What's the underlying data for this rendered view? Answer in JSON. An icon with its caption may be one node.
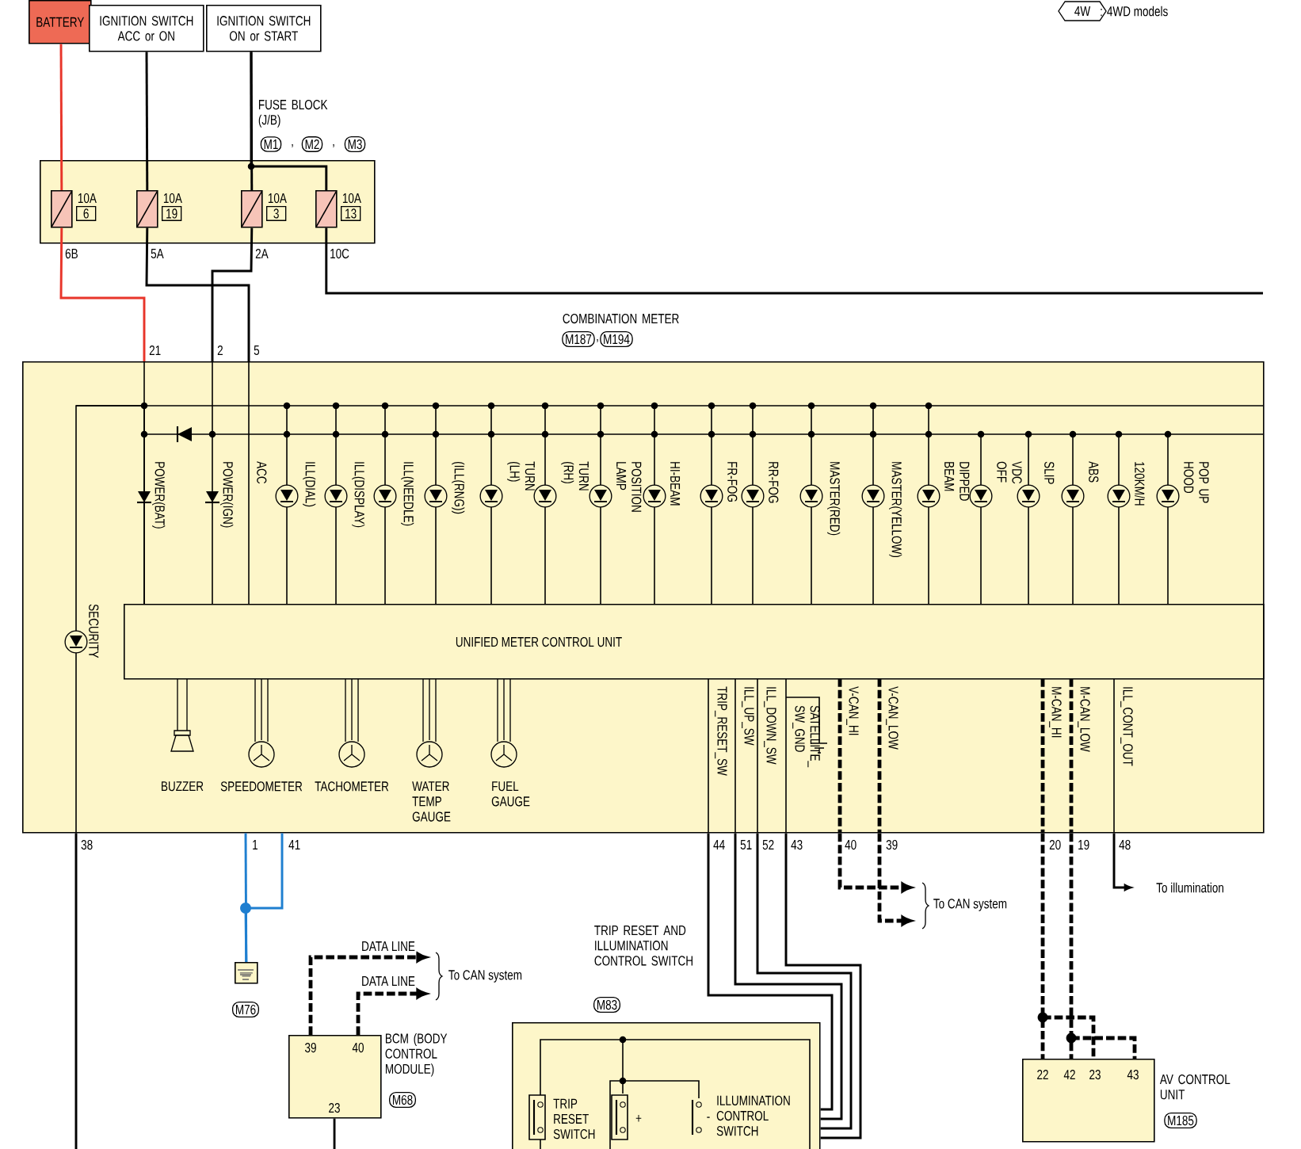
{
  "diagram": {
    "nodes": [
      {
        "text": [
          "BATTERY"
        ]
      },
      {
        "text": [
          "IGNITION SWITCH ACC or ON"
        ]
      },
      {
        "text": [
          "IGNITION SWITCH ON or START"
        ]
      },
      {
        "text": [
          "FUSE BLOCK (J/B)"
        ],
        "beside": [
          "M1",
          "M2",
          "M3"
        ]
      },
      {
        "text": [
          "10A",
          "6"
        ],
        "in": 3
      },
      {
        "text": [
          "10A",
          "19"
        ],
        "in": 3
      },
      {
        "text": [
          "10A",
          "3"
        ],
        "in": 3
      },
      {
        "text": [
          "10A",
          "13"
        ],
        "in": 3
      },
      {
        "text": [
          "COMBINATION METER"
        ],
        "beside": [
          "M187",
          "M194"
        ]
      },
      {
        "text": [
          "UNIFIED METER CONTROL UNIT"
        ],
        "in": 8
      },
      {
        "text": [],
        "shape": "box",
        "beside": [
          "M76"
        ]
      },
      {
        "text": [
          "BCM (BODY CONTROL MODULE)"
        ],
        "beside": [
          "M68"
        ]
      },
      {
        "text": [
          "TRIP RESET AND ILLUMINATION CONTROL SWITCH"
        ],
        "beside": [
          "M83"
        ]
      },
      {
        "text": [
          "To CAN system"
        ]
      },
      {
        "text": [
          "To CAN system"
        ]
      },
      {
        "text": [
          "To illumination"
        ]
      },
      {
        "text": [
          "AV CONTROL UNIT"
        ],
        "beside": [
          "M185"
        ]
      }
    ],
    "edges": [
      {
        "from": 0,
        "to": 4,
        "arrow": "none",
        "color": "#e8352a"
      },
      {
        "from": 1,
        "to": 5,
        "arrow": "none"
      },
      {
        "from": 2,
        "to": 6,
        "arrow": "none"
      },
      {
        "from": 2,
        "to": 7,
        "arrow": "none"
      },
      {
        "from": 4,
        "to": 8,
        "arrow": "none",
        "color": "#e8352a"
      },
      {
        "from": 5,
        "to": 8,
        "arrow": "none"
      },
      {
        "from": 6,
        "to": 8,
        "arrow": "none"
      },
      {
        "from": 7,
        "to": null,
        "arrow": "none"
      },
      {
        "from": 8,
        "to": null,
        "arrow": "none"
      },
      {
        "from": 8,
        "to": 10,
        "arrow": "none",
        "color": "#1f7fd0"
      },
      {
        "from": 8,
        "to": 10,
        "arrow": "none",
        "color": "#1f7fd0"
      },
      {
        "from": 11,
        "to": 13,
        "arrow": "to",
        "style": "dashed",
        "label": "DATA LINE"
      },
      {
        "from": 11,
        "to": 13,
        "arrow": "to",
        "style": "dashed",
        "label": "DATA LINE"
      },
      {
        "from": 11,
        "to": null,
        "arrow": "none"
      },
      {
        "from": 8,
        "to": 12,
        "arrow": "none"
      },
      {
        "from": 8,
        "to": 12,
        "arrow": "none"
      },
      {
        "from": 8,
        "to": 12,
        "arrow": "none"
      },
      {
        "from": 8,
        "to": 12,
        "arrow": "none"
      },
      {
        "from": 8,
        "to": 14,
        "arrow": "to",
        "style": "dashed"
      },
      {
        "from": 8,
        "to": 14,
        "arrow": "to",
        "style": "dashed"
      },
      {
        "from": 8,
        "to": 16,
        "arrow": "none",
        "style": "dashed"
      },
      {
        "from": 8,
        "to": 16,
        "arrow": "none",
        "style": "dashed"
      },
      {
        "from": 8,
        "to": 15,
        "arrow": "to"
      },
      {
        "from": 8,
        "to": 9,
        "arrow": "to"
      },
      {
        "from": 8,
        "to": 9,
        "arrow": "to"
      },
      {
        "from": 8,
        "to": 9,
        "arrow": "none"
      },
      {
        "from": 9,
        "to": 8,
        "arrow": "to"
      }
    ],
    "labels": [
      "4W",
      ": 4WD models",
      ",",
      ",",
      "6B",
      "5A",
      "2A",
      "10C",
      ",",
      "21",
      "2",
      "5",
      "POWER(BAT)",
      "POWER(IGN)",
      "ACC",
      "ILL(DIAL)",
      "ILL(DISPLAY)",
      "ILL(NEEDLE)",
      "(ILL(RNG))",
      "TURN (LH)",
      "TURN (RH)",
      "POSITION LAMP",
      "HI-BEAM",
      "FR-FOG",
      "RR-FOG",
      "MASTER(RED)",
      "MASTER(YELLOW)",
      "DIPPED BEAM",
      "VDC OFF",
      "SLIP",
      "ABS",
      "120KM/H",
      "POP UP HOOD",
      "SECURITY",
      "BUZZER",
      "SPEEDOMETER",
      "TACHOMETER",
      "WATER TEMP GAUGE",
      "FUEL GAUGE",
      "TRIP_RESET_SW",
      "ILL_UP_SW",
      "ILL_DOWN_SW",
      "SATELLITE_ SW_GND",
      "V-CAN_HI",
      "V-CAN_LOW",
      "M-CAN_HI",
      "M-CAN_LOW",
      "ILL_CONT_OUT",
      "38",
      "1",
      "41",
      "44",
      "51",
      "52",
      "43",
      "40",
      "39",
      "20",
      "19",
      "48",
      "39",
      "40",
      "23",
      "TRIP RESET SWITCH",
      "+",
      "-",
      "ILLUMINATION CONTROL SWITCH",
      "22",
      "42",
      "23",
      "43"
    ]
  }
}
